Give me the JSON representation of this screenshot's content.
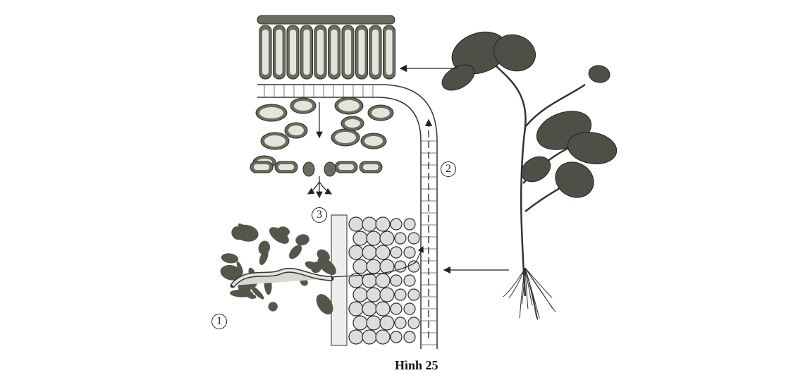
{
  "figure": {
    "caption": "Hình 25",
    "labels": {
      "soil_to_root": "1",
      "xylem_transport": "2",
      "leaf_release": "3"
    }
  },
  "colors": {
    "ink": "#2b2b2b",
    "cell_fill": "#6b6b5e",
    "cell_inner": "#e4e4dc",
    "soil": "#55554a"
  }
}
